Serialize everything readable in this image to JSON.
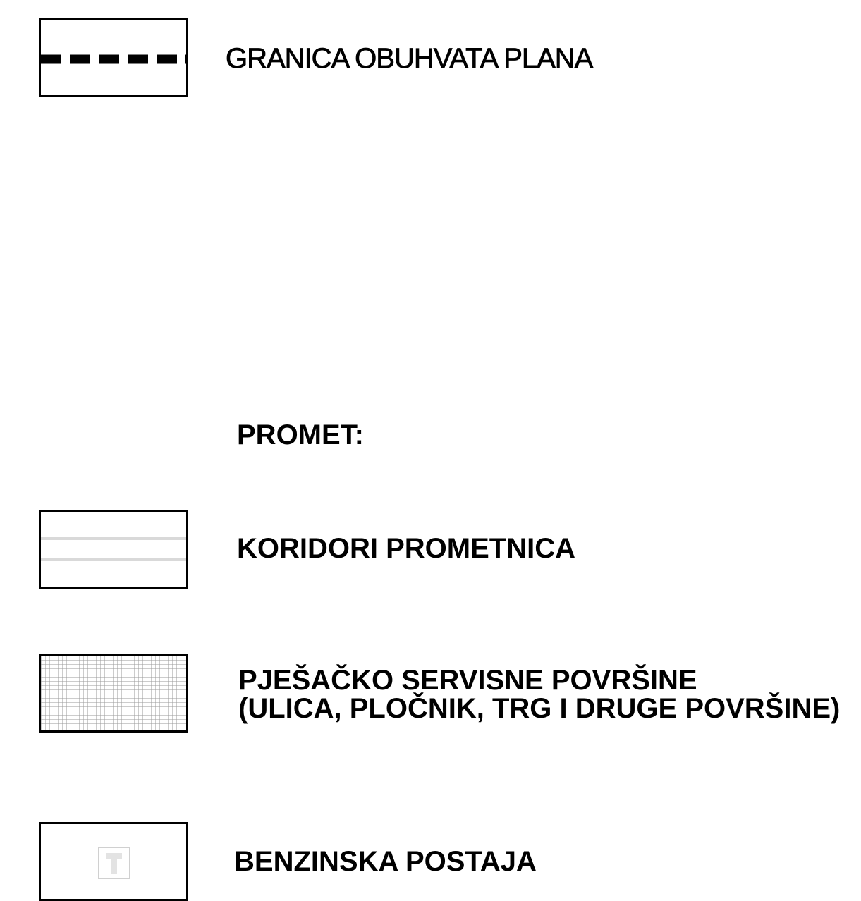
{
  "legend": {
    "boundary": {
      "label": "GRANICA OBUHVATA PLANA",
      "symbol": "dashed-boundary-line",
      "line_color": "#000000"
    },
    "section_heading": "PROMET:",
    "items": [
      {
        "key": "corridor",
        "label": "KORIDORI PROMETNICA",
        "symbol": "double-grey-lines",
        "line_color": "#d9d9d9"
      },
      {
        "key": "pedestrian",
        "label_line1": "PJEŠAČKO SERVISNE POVRŠINE",
        "label_line2": "(ULICA, PLOČNIK, TRG I DRUGE POVRŠINE)",
        "symbol": "fine-grid-hatch",
        "line_color": "#9a9a9a"
      },
      {
        "key": "petrol",
        "label": "BENZINSKA POSTAJA",
        "symbol": "fuel-pump-icon",
        "line_color": "#d0d0d0"
      }
    ]
  }
}
